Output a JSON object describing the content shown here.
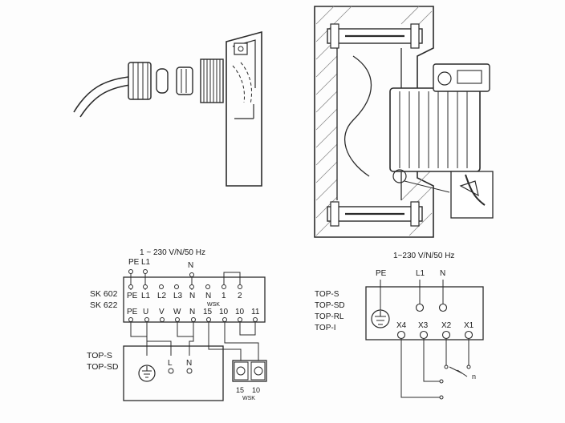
{
  "schematic_left": {
    "supply": "1 ~ 230 V/N/50 Hz",
    "supply_terminals": [
      "PE",
      "L1",
      "N"
    ],
    "models": [
      "SK 602",
      "SK 622"
    ],
    "strip_top": [
      "PE",
      "L1",
      "L2",
      "L3",
      "N",
      "N",
      "1",
      "2"
    ],
    "strip_top_sub": "WSK",
    "strip_bottom": [
      "PE",
      "U",
      "V",
      "W",
      "N",
      "15",
      "10",
      "10",
      "11"
    ],
    "pump_models": [
      "TOP-S",
      "TOP-SD"
    ],
    "pump_terminals": [
      "L",
      "N"
    ],
    "wsk_terminals": [
      "15",
      "10"
    ],
    "wsk_label": "WSK"
  },
  "schematic_right": {
    "supply": "1~230 V/N/50 Hz",
    "supply_terminals": [
      "PE",
      "L1",
      "N"
    ],
    "pump_models": [
      "TOP-S",
      "TOP-SD",
      "TOP-RL",
      "TOP-I"
    ],
    "terminals": [
      "X4",
      "X3",
      "X2",
      "X1"
    ],
    "n_label": "n"
  }
}
